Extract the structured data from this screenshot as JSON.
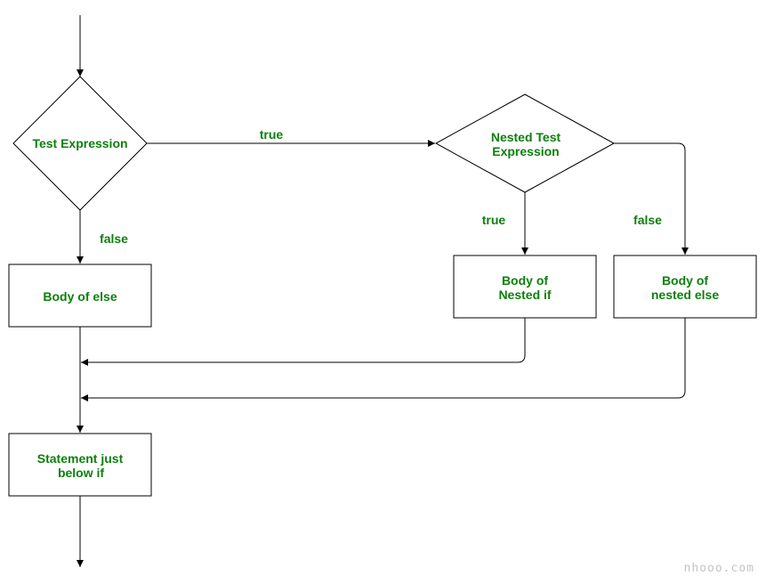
{
  "nodes": {
    "test_expression": "Test Expression",
    "nested_test_expression": [
      "Nested Test",
      "Expression"
    ],
    "body_of_else": "Body of else",
    "body_of_nested_if": [
      "Body of",
      "Nested if"
    ],
    "body_of_nested_else": [
      "Body of",
      "nested else"
    ],
    "statement_below_if": [
      "Statement just",
      "below if"
    ]
  },
  "edges": {
    "test_true": "true",
    "test_false": "false",
    "nested_true": "true",
    "nested_false": "false"
  },
  "colors": {
    "label": "#0d800d",
    "stroke": "#000000",
    "watermark": "#c4c4c4"
  },
  "watermark": "nhooo.com"
}
